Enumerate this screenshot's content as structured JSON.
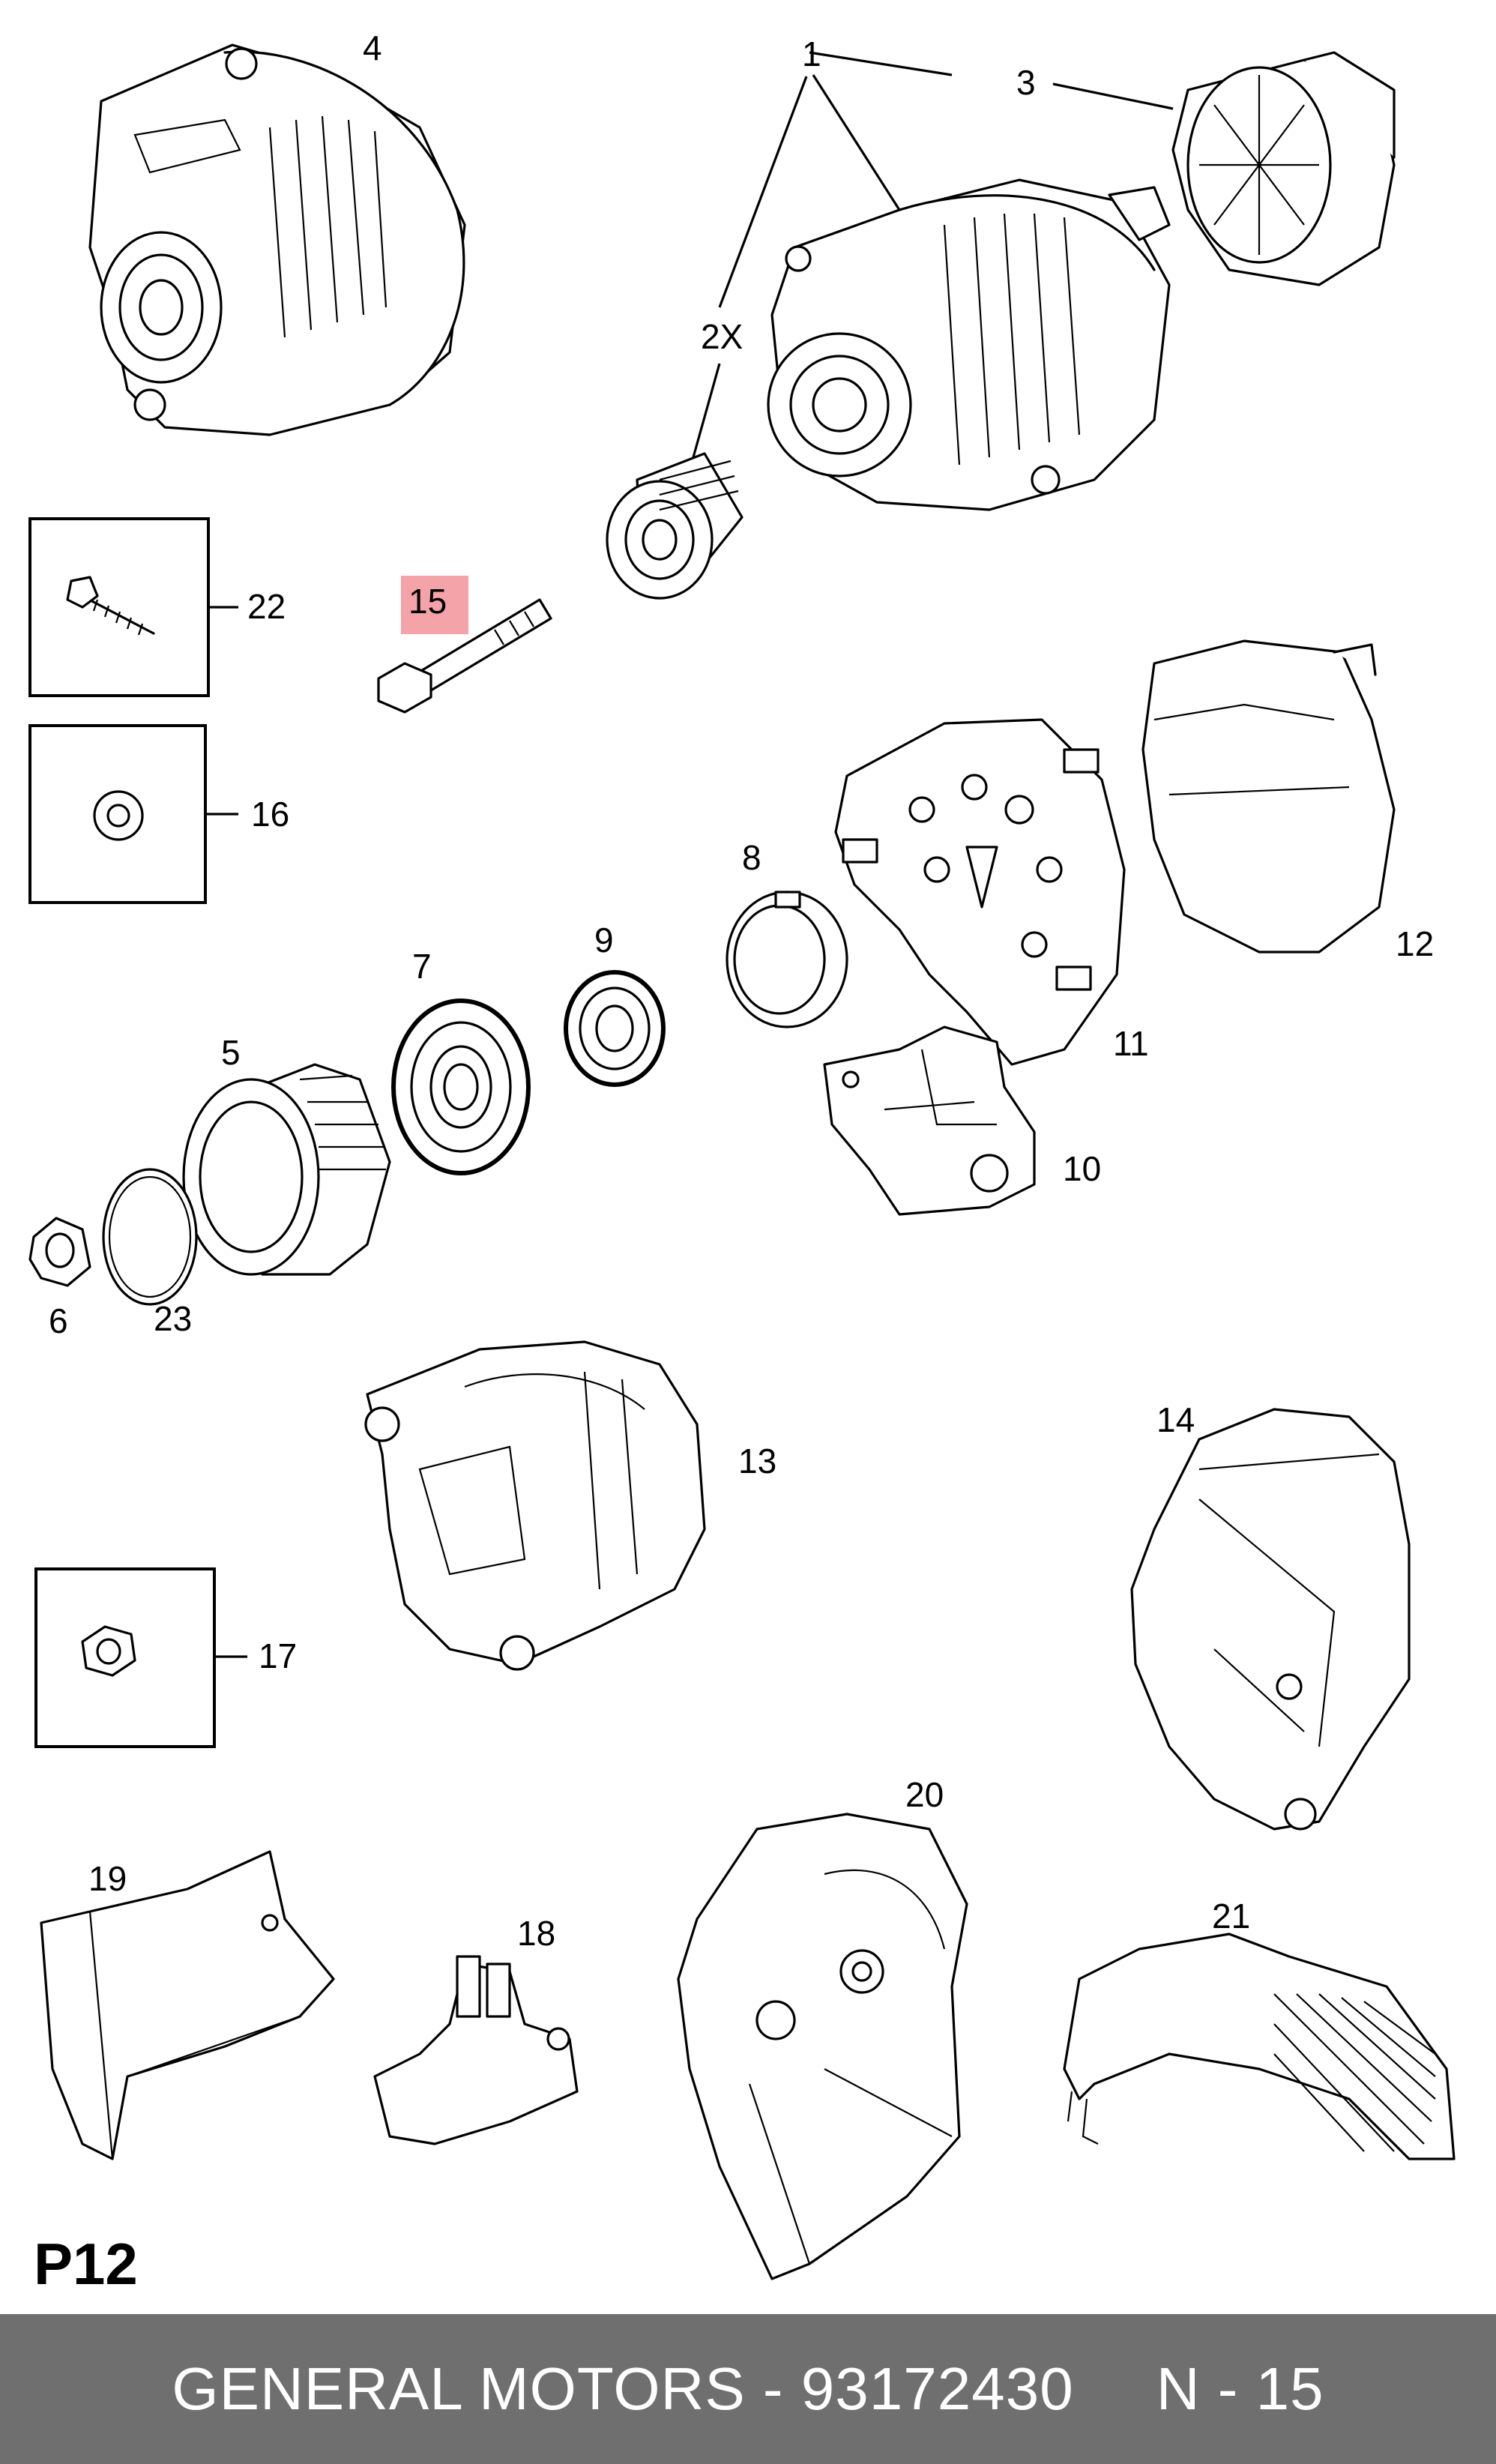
{
  "diagram": {
    "page_code": "P12",
    "highlight_color": "#f4a3a8",
    "callouts": {
      "c1": "1",
      "c2x": "2X",
      "c3": "3",
      "c4": "4",
      "c5": "5",
      "c6": "6",
      "c7": "7",
      "c8": "8",
      "c9": "9",
      "c10": "10",
      "c11": "11",
      "c12": "12",
      "c13": "13",
      "c14": "14",
      "c15": "15",
      "c16": "16",
      "c17": "17",
      "c18": "18",
      "c19": "19",
      "c20": "20",
      "c21": "21",
      "c22": "22",
      "c23": "23"
    }
  },
  "footer": {
    "brand_part": "GENERAL MOTORS - 93172430",
    "ref": "N - 15",
    "background": "#6f6f6f"
  }
}
